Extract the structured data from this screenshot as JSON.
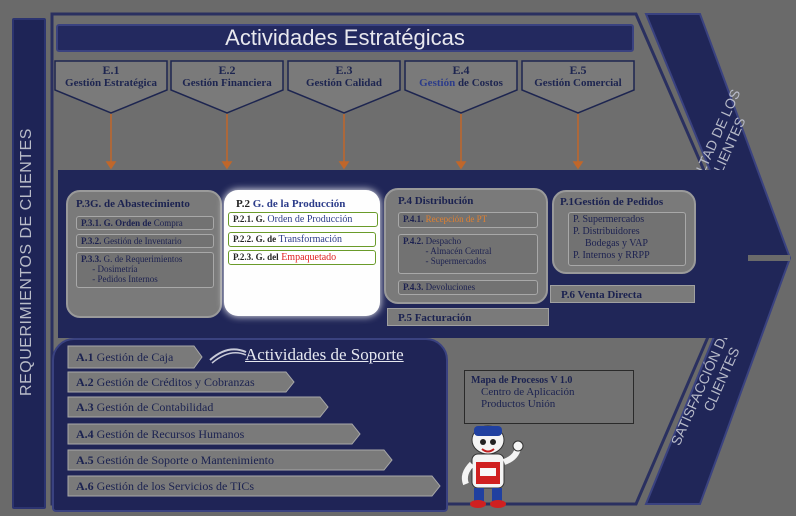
{
  "title": "Actividades Estratégicas",
  "left_band": "REQUERIMIENTOS DE CLIENTES",
  "right_top": "LEALTAD DE LOS CLIENTES",
  "right_bottom_line1": "SATISFACCIÓN DE LOS",
  "right_bottom_line2": "CLIENTES",
  "strategic": [
    {
      "num": "E.1",
      "label": "Gestión  Estratégica"
    },
    {
      "num": "E.2",
      "label": "Gestión  Financiera"
    },
    {
      "num": "E.3",
      "label": "Gestión  Calidad"
    },
    {
      "num": "E.4",
      "label_blue": "Gestión",
      "label_rest": " de Costos"
    },
    {
      "num": "E.5",
      "label": "Gestión  Comercial"
    }
  ],
  "p3": {
    "title": "P.3G. de Abastecimiento",
    "items": [
      {
        "code": "P.3.1. G. Orden de",
        "rest": " Compra"
      },
      {
        "code": "P.3.2.",
        "rest": " Gestión de Inventario"
      },
      {
        "code": "P.3.3.",
        "rest": " G. de Requerimientos",
        "sub1": "- Dosimetría",
        "sub2": "- Pedidos Internos"
      }
    ]
  },
  "p2": {
    "title_prefix": "P.2",
    "title_rest": " G. de la Producción",
    "items": [
      {
        "code": "P.2.1. G.",
        "rest": " Orden de Producción"
      },
      {
        "code": "P.2.2. G. de",
        "rest": " Transformación"
      },
      {
        "code": "P.2.3. G. del",
        "rest": " Empaquetado"
      }
    ]
  },
  "p4": {
    "title": "P.4  Distribución",
    "items": [
      {
        "code": "P.4.1.",
        "rest": " Recepción de PT"
      },
      {
        "code": "P.4.2.",
        "rest": " Despacho",
        "sub1": "- Almacén Central",
        "sub2": "- Supermercados"
      },
      {
        "code": "P.4.3.",
        "rest": " Devoluciones"
      }
    ]
  },
  "p1": {
    "title": "P.1Gestión de Pedidos",
    "lines": [
      "P. Supermercados",
      "P. Distribuidores",
      "Bodegas y VAP",
      "P. Internos  y RRPP"
    ]
  },
  "p6": "P.6  Venta Directa",
  "p5": "P.5  Facturación",
  "support_title": "Actividades de Soporte",
  "support": [
    {
      "code": "A.1",
      "label": " Gestión de Caja"
    },
    {
      "code": "A.2",
      "label": " Gestión de Créditos y Cobranzas"
    },
    {
      "code": "A.3",
      "label": " Gestión de Contabilidad"
    },
    {
      "code": "A.4",
      "label": " Gestión de Recursos Humanos"
    },
    {
      "code": "A.5",
      "label": "   Gestión de Soporte o Mantenimiento"
    },
    {
      "code": "A.6",
      "label": " Gestión de los Servicios de TICs"
    }
  ],
  "map": {
    "title": "Mapa de Procesos V 1.0",
    "line1": "Centro de Aplicación",
    "line2": "Productos Unión"
  },
  "colors": {
    "navy": "#202658",
    "gray": "#7a7a7a",
    "arrow": "#c0672a",
    "red": "#e02020"
  }
}
